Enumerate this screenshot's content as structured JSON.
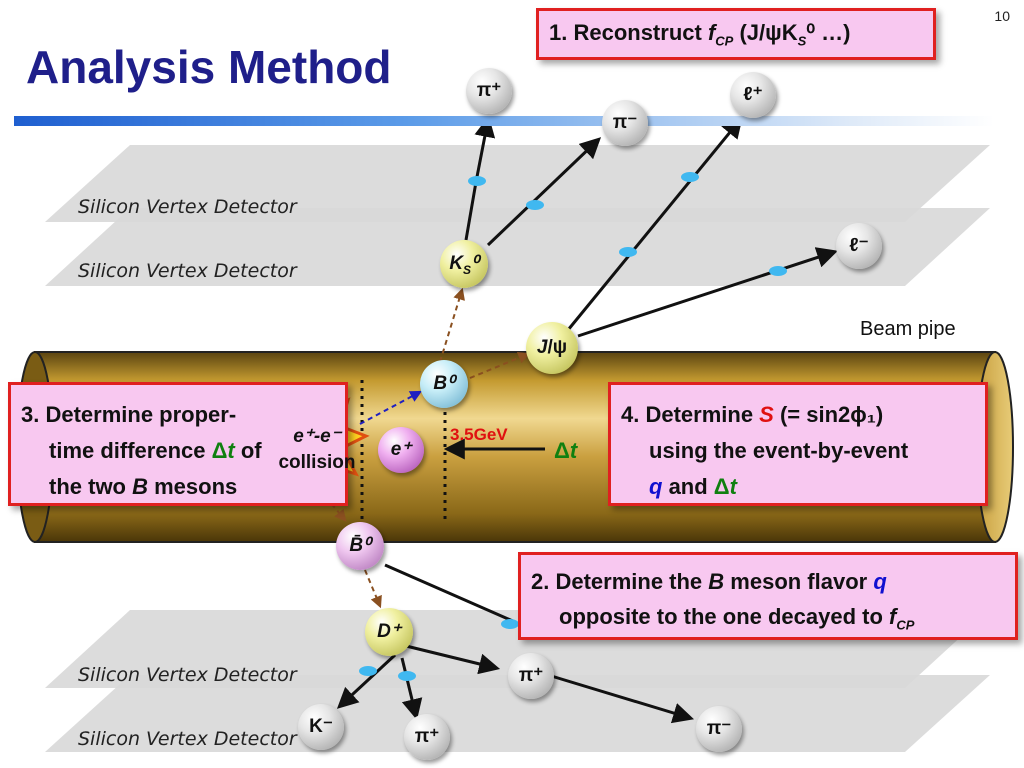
{
  "page_number": "10",
  "title": "Analysis Method",
  "box1": {
    "prefix": "1. Reconstruct ",
    "f": "f",
    "sub": "CP",
    "mid": " (J/ψK",
    "s": "S",
    "suffix": "⁰ …)"
  },
  "box2": {
    "line1a": "2. Determine the ",
    "B": "B",
    "line1b": " meson flavor ",
    "q": "q",
    "line2": "opposite to the one decayed to ",
    "f": "f",
    "sub": "CP"
  },
  "box3": {
    "line1": "3. Determine proper-",
    "line2a": "time difference ",
    "dt": "Δt",
    "line2b": " of",
    "line3a": "the two ",
    "B": "B",
    "line3b": " mesons"
  },
  "box4": {
    "line1a": "4. Determine ",
    "S": "S",
    "line1b": " (= sin2ϕ₁)",
    "line2": "using the event-by-event",
    "q": "q",
    "and": " and ",
    "dt": "Δt"
  },
  "labels": {
    "beam_pipe": "Beam pipe",
    "energy": "3.5GeV",
    "delta_t": "Δt",
    "collision_top": "e⁺-e⁻",
    "collision_bottom": "collision"
  },
  "detector_label": "Silicon Vertex Detector",
  "particles": {
    "pi_plus_top": "π⁺",
    "pi_minus_top": "π⁻",
    "lep_plus": "ℓ⁺",
    "lep_minus": "ℓ⁻",
    "ks0": "KS⁰",
    "jpsi": "J/ψ",
    "b0": "B⁰",
    "eplus": "e⁺",
    "b0bar": "B̄⁰",
    "dplus": "D⁺",
    "pi_plus_mid": "π⁺",
    "pi_minus_bot": "π⁻",
    "k_minus": "K⁻",
    "pi_plus_bot": "π⁺"
  }
}
